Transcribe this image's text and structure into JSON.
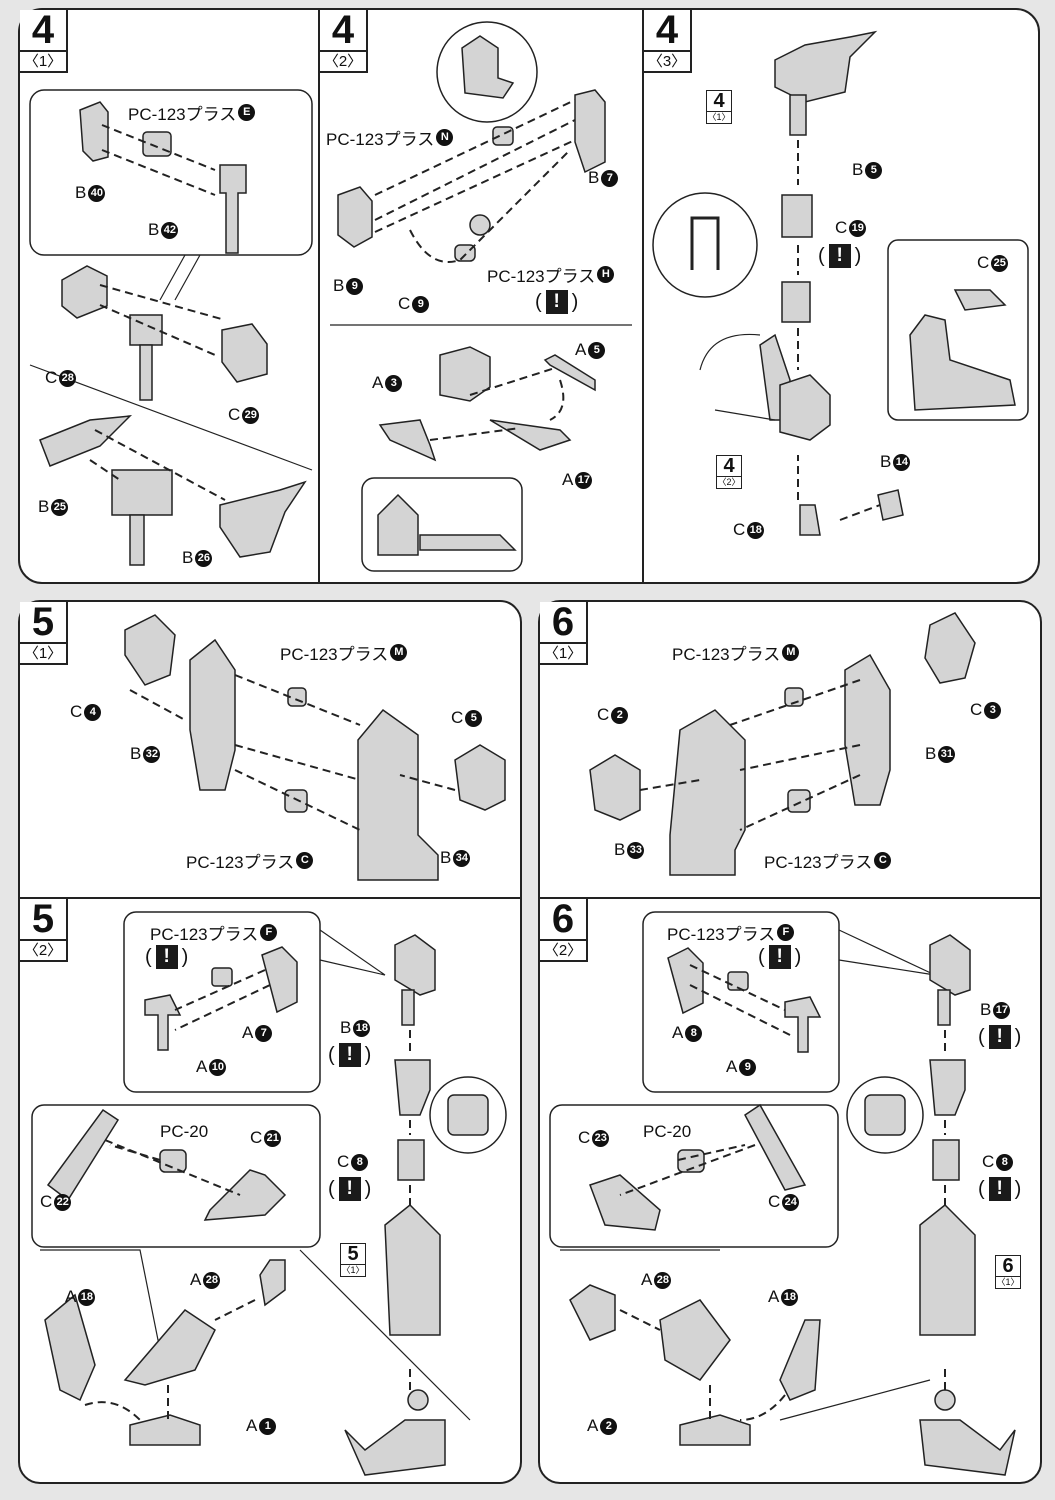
{
  "warn_symbol": "!",
  "panels": {
    "p1": {
      "step": "4",
      "sub": "〈1〉",
      "labels": [
        {
          "t": "PC-123プラス",
          "m": "E"
        },
        {
          "t": "B",
          "m": "40"
        },
        {
          "t": "B",
          "m": "42"
        },
        {
          "t": "C",
          "m": "28"
        },
        {
          "t": "C",
          "m": "29"
        },
        {
          "t": "B",
          "m": "25"
        },
        {
          "t": "B",
          "m": "26"
        }
      ]
    },
    "p2": {
      "step": "4",
      "sub": "〈2〉",
      "labels": [
        {
          "t": "PC-123プラス",
          "m": "N"
        },
        {
          "t": "B",
          "m": "7"
        },
        {
          "t": "B",
          "m": "9"
        },
        {
          "t": "C",
          "m": "9"
        },
        {
          "t": "PC-123プラス",
          "m": "H"
        },
        {
          "t": "A",
          "m": "5"
        },
        {
          "t": "A",
          "m": "3"
        },
        {
          "t": "A",
          "m": "17"
        }
      ]
    },
    "p3": {
      "step": "4",
      "sub": "〈3〉",
      "labels": [
        {
          "t": "B",
          "m": "5"
        },
        {
          "t": "C",
          "m": "19"
        },
        {
          "t": "C",
          "m": "25"
        },
        {
          "t": "B",
          "m": "14"
        },
        {
          "t": "C",
          "m": "18"
        }
      ],
      "refs": [
        {
          "n": "4",
          "s": "〈1〉"
        },
        {
          "n": "4",
          "s": "〈2〉"
        }
      ]
    },
    "p4": {
      "step": "5",
      "sub": "〈1〉",
      "labels": [
        {
          "t": "C",
          "m": "4"
        },
        {
          "t": "PC-123プラス",
          "m": "M"
        },
        {
          "t": "C",
          "m": "5"
        },
        {
          "t": "B",
          "m": "32"
        },
        {
          "t": "PC-123プラス",
          "m": "C"
        },
        {
          "t": "B",
          "m": "34"
        }
      ]
    },
    "p5": {
      "step": "5",
      "sub": "〈2〉",
      "labels": [
        {
          "t": "PC-123プラス",
          "m": "F"
        },
        {
          "t": "A",
          "m": "7"
        },
        {
          "t": "A",
          "m": "10"
        },
        {
          "t": "B",
          "m": "18"
        },
        {
          "t": "C",
          "m": "8"
        },
        {
          "t": "C",
          "m": "21"
        },
        {
          "t": "PC-20",
          "m": ""
        },
        {
          "t": "C",
          "m": "22"
        },
        {
          "t": "A",
          "m": "28"
        },
        {
          "t": "A",
          "m": "18"
        },
        {
          "t": "A",
          "m": "1"
        }
      ],
      "refs": [
        {
          "n": "5",
          "s": "〈1〉"
        }
      ]
    },
    "p6": {
      "step": "6",
      "sub": "〈1〉",
      "labels": [
        {
          "t": "PC-123プラス",
          "m": "M"
        },
        {
          "t": "C",
          "m": "3"
        },
        {
          "t": "C",
          "m": "2"
        },
        {
          "t": "B",
          "m": "31"
        },
        {
          "t": "B",
          "m": "33"
        },
        {
          "t": "PC-123プラス",
          "m": "C"
        }
      ]
    },
    "p7": {
      "step": "6",
      "sub": "〈2〉",
      "labels": [
        {
          "t": "PC-123プラス",
          "m": "F"
        },
        {
          "t": "A",
          "m": "8"
        },
        {
          "t": "A",
          "m": "9"
        },
        {
          "t": "B",
          "m": "17"
        },
        {
          "t": "C",
          "m": "8"
        },
        {
          "t": "C",
          "m": "23"
        },
        {
          "t": "PC-20",
          "m": ""
        },
        {
          "t": "C",
          "m": "24"
        },
        {
          "t": "A",
          "m": "28"
        },
        {
          "t": "A",
          "m": "18"
        },
        {
          "t": "A",
          "m": "2"
        }
      ],
      "refs": [
        {
          "n": "6",
          "s": "〈1〉"
        }
      ]
    }
  }
}
